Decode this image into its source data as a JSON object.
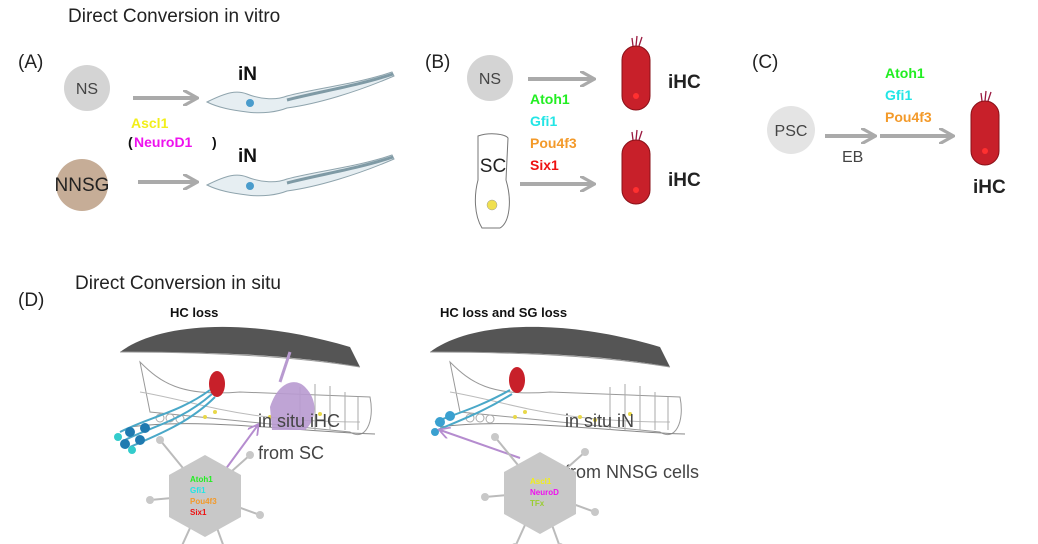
{
  "section_invitro": {
    "title": "Direct Conversion in vitro",
    "panel_a": {
      "label": "(A)",
      "source_top": "NS",
      "source_bottom": "NNSG",
      "product_top": "iN",
      "product_bottom": "iN",
      "factors": [
        "Ascl1",
        "NeuroD1"
      ],
      "paren_open": "(",
      "paren_close": ")"
    },
    "panel_b": {
      "label": "(B)",
      "source_top": "NS",
      "source_bottom": "SC",
      "product_top": "iHC",
      "product_bottom": "iHC",
      "factors": [
        "Atoh1",
        "Gfi1",
        "Pou4f3",
        "Six1"
      ]
    },
    "panel_c": {
      "label": "(C)",
      "source": "PSC",
      "intermediate": "EB",
      "product": "iHC",
      "factors": [
        "Atoh1",
        "Gfi1",
        "Pou4f3"
      ]
    }
  },
  "section_insitu": {
    "label": "(D)",
    "title": "Direct Conversion in situ",
    "left": {
      "title": "HC loss",
      "caption_line1": "in situ iHC",
      "caption_line2": "from SC",
      "virus_factors": [
        "Atoh1",
        "Gfi1",
        "Pou4f3",
        "Six1"
      ]
    },
    "right": {
      "title": "HC loss and SG loss",
      "caption_line1": "in situ iN",
      "caption_line2": "from NNSG cells",
      "virus_factors": [
        "Ascl1",
        "NeuroD",
        "TFx"
      ]
    }
  },
  "colors": {
    "atoh1": "#22ee22",
    "gfi1": "#22e5e5",
    "pou4f3": "#f39a2a",
    "six1": "#ee1111",
    "ascl1": "#f2ef1a",
    "neurod": "#ee11ee",
    "tfx": "#9acd32",
    "hair_cell": "#c8202a",
    "arrow": "#aaaaaa",
    "in_situ_arrow": "#b58ccf",
    "supporting_cell_purple": "#b89ad0"
  }
}
